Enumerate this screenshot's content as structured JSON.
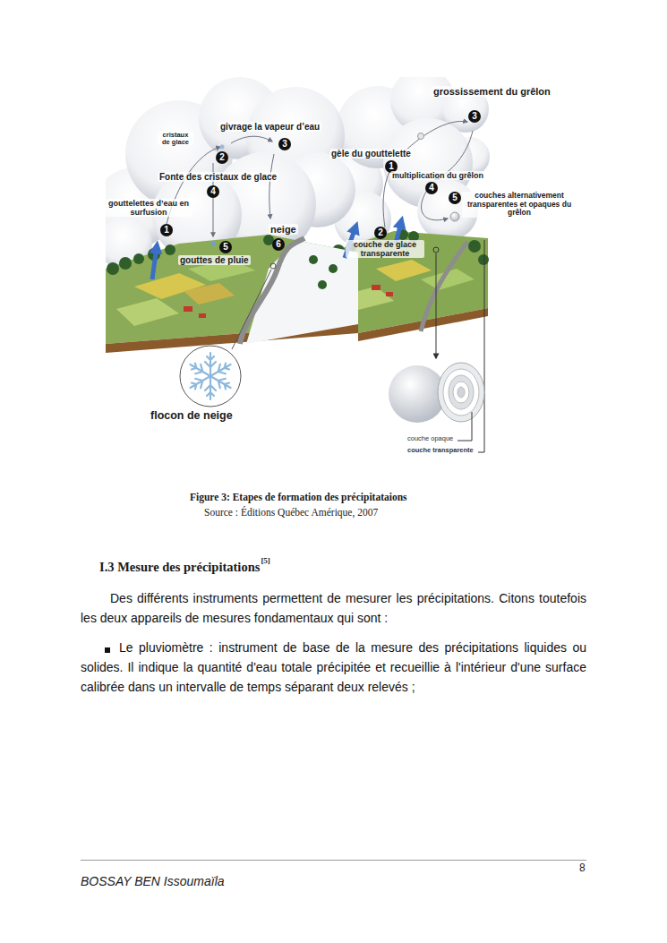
{
  "diagram": {
    "caption": "Figure 3: Etapes de formation des précipitataions",
    "labels": [
      "grossissement du grêlon",
      "3",
      "cristaux de glace",
      "2",
      "givrage la vapeur d’eau",
      "3",
      "gèle du gouttelette",
      "1",
      "multiplication du grêlon",
      "4",
      "Fonte des cristaux de glace",
      "4",
      "5",
      "couches alternativement transparentes et opaques du grêlon",
      "gouttelettes d’eau en surfusion",
      "1",
      "neige",
      "6",
      "2",
      "couche de glace transparente",
      "5",
      "gouttes de pluie",
      "flocon de neige",
      "couche opaque",
      "couche transparente",
      "Source : Éditions Québec Amérique, 2007",
      "I.3 Mesure des précipitations",
      "[5]",
      "Des différents instruments permettent de mesurer les précipitations. Citons toutefois les deux appareils de mesures fondamentaux qui sont :",
      "Le pluviomètre : instrument de base de la mesure des précipitations liquides ou solides. Il indique la quantité d'eau totale précipitée et recueillie à l'intérieur d'une surface calibrée dans un intervalle de temps séparant deux relevés ;",
      "8",
      "BOSSAY BEN Issoumaïla"
    ]
  }
}
